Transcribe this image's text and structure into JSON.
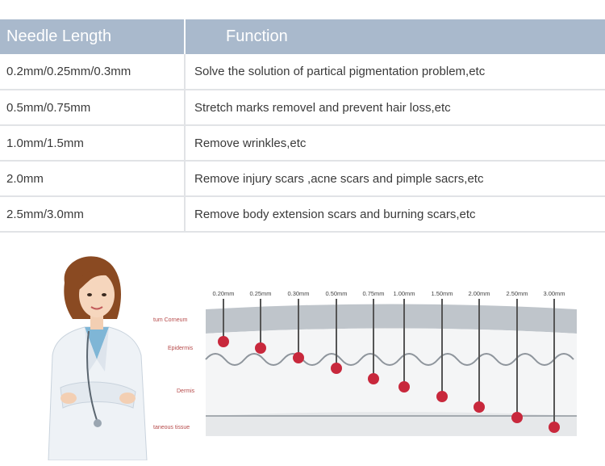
{
  "table": {
    "headers": {
      "needle_length": "Needle  Length",
      "function": "Function"
    },
    "rows": [
      {
        "length": "0.2mm/0.25mm/0.3mm",
        "function": "Solve the solution of partical pigmentation problem,etc"
      },
      {
        "length": "0.5mm/0.75mm",
        "function": "Stretch marks removel and prevent hair loss,etc"
      },
      {
        "length": "1.0mm/1.5mm",
        "function": "Remove wrinkles,etc"
      },
      {
        "length": "2.0mm",
        "function": "Remove injury scars ,acne scars and pimple sacrs,etc"
      },
      {
        "length": "2.5mm/3.0mm",
        "function": "Remove body extension scars and burning scars,etc"
      }
    ]
  },
  "diagram": {
    "needle_labels": [
      "0.20mm",
      "0.25mm",
      "0.30mm",
      "0.50mm",
      "0.75mm",
      "1.00mm",
      "1.50mm",
      "2.00mm",
      "2.50mm",
      "3.00mm"
    ],
    "layer_labels": {
      "stratum_corneum": "tum Corneum",
      "epidermis": "Epidermis",
      "dermis": "Dermis",
      "subcutaneous": "taneous tissue"
    }
  },
  "colors": {
    "header_bg": "#a9b9cc",
    "row_border": "#e1e3e6",
    "dot": "#c8283c"
  },
  "icons": {
    "doctor": "doctor-illustration"
  }
}
